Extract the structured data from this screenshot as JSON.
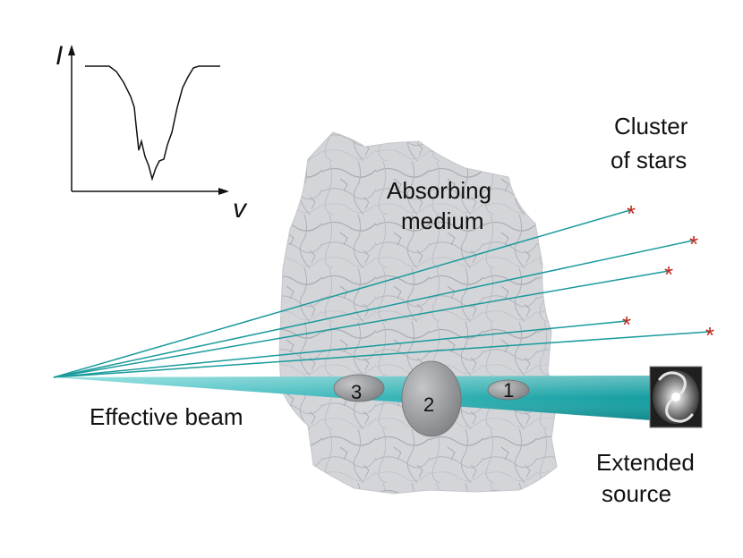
{
  "inset_plot": {
    "y_axis_label": "I",
    "x_axis_label": "v"
  },
  "labels": {
    "cluster_line1": "Cluster",
    "cluster_line2": "of stars",
    "medium_line1": "Absorbing",
    "medium_line2": "medium",
    "beam": "Effective beam",
    "source_line1": "Extended",
    "source_line2": "source"
  },
  "clouds": [
    {
      "label": "3"
    },
    {
      "label": "2"
    },
    {
      "label": "1"
    }
  ],
  "stars": [
    {
      "symbol": "*"
    },
    {
      "symbol": "*"
    },
    {
      "symbol": "*"
    },
    {
      "symbol": "*"
    },
    {
      "symbol": "*"
    }
  ],
  "colors": {
    "beam": "#19a7a9",
    "star": "#c0281e",
    "medium": "#c9ccd1",
    "cloud": "#8e9092"
  }
}
